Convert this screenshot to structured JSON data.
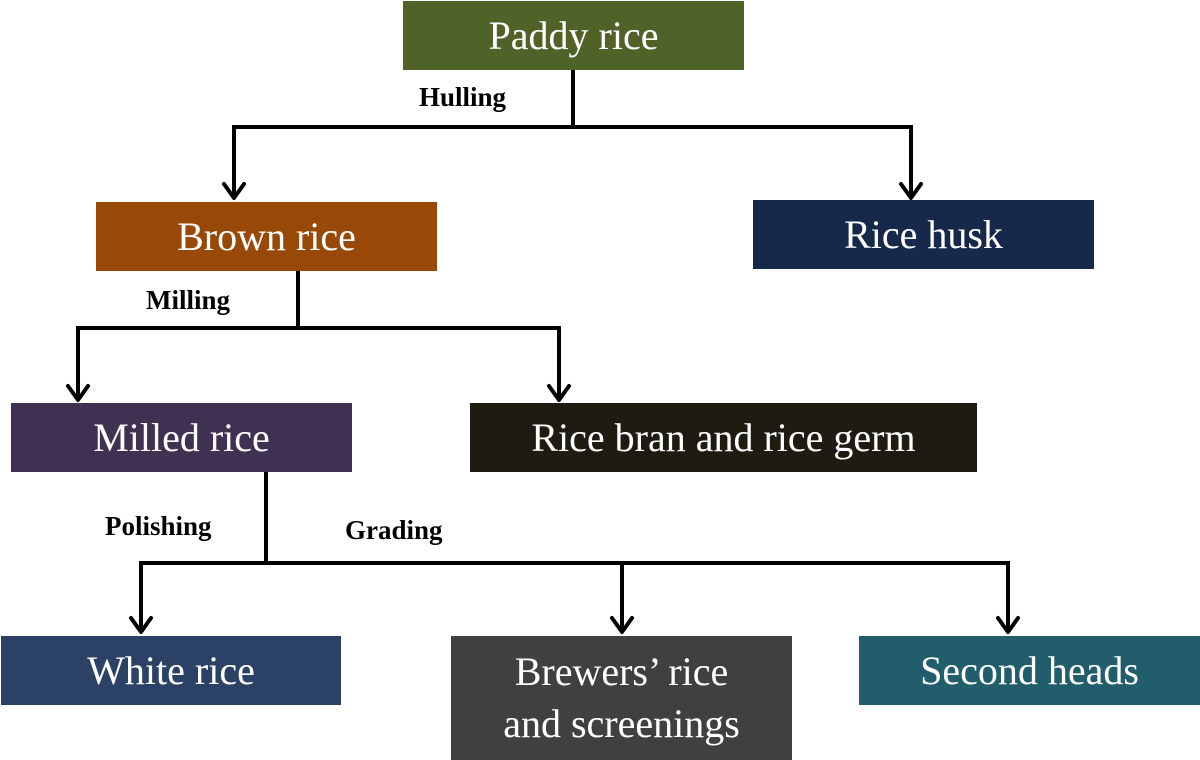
{
  "nodes": {
    "paddy": {
      "text": "Paddy rice",
      "color": "#4f6228"
    },
    "brown": {
      "text": "Brown rice",
      "color": "#984807"
    },
    "husk": {
      "text": "Rice husk",
      "color": "#17294a"
    },
    "milled": {
      "text": "Milled rice",
      "color": "#403152"
    },
    "bran": {
      "text": "Rice bran and rice germ",
      "color": "#1e1c11"
    },
    "white": {
      "text": "White rice",
      "color": "#2c4166"
    },
    "brewers": {
      "line1": "Brewers’ rice",
      "line2": "and screenings",
      "color": "#404040"
    },
    "second": {
      "text": "Second heads",
      "color": "#215d6b"
    }
  },
  "processes": {
    "hulling": "Hulling",
    "milling": "Milling",
    "polishing": "Polishing",
    "grading": "Grading"
  }
}
